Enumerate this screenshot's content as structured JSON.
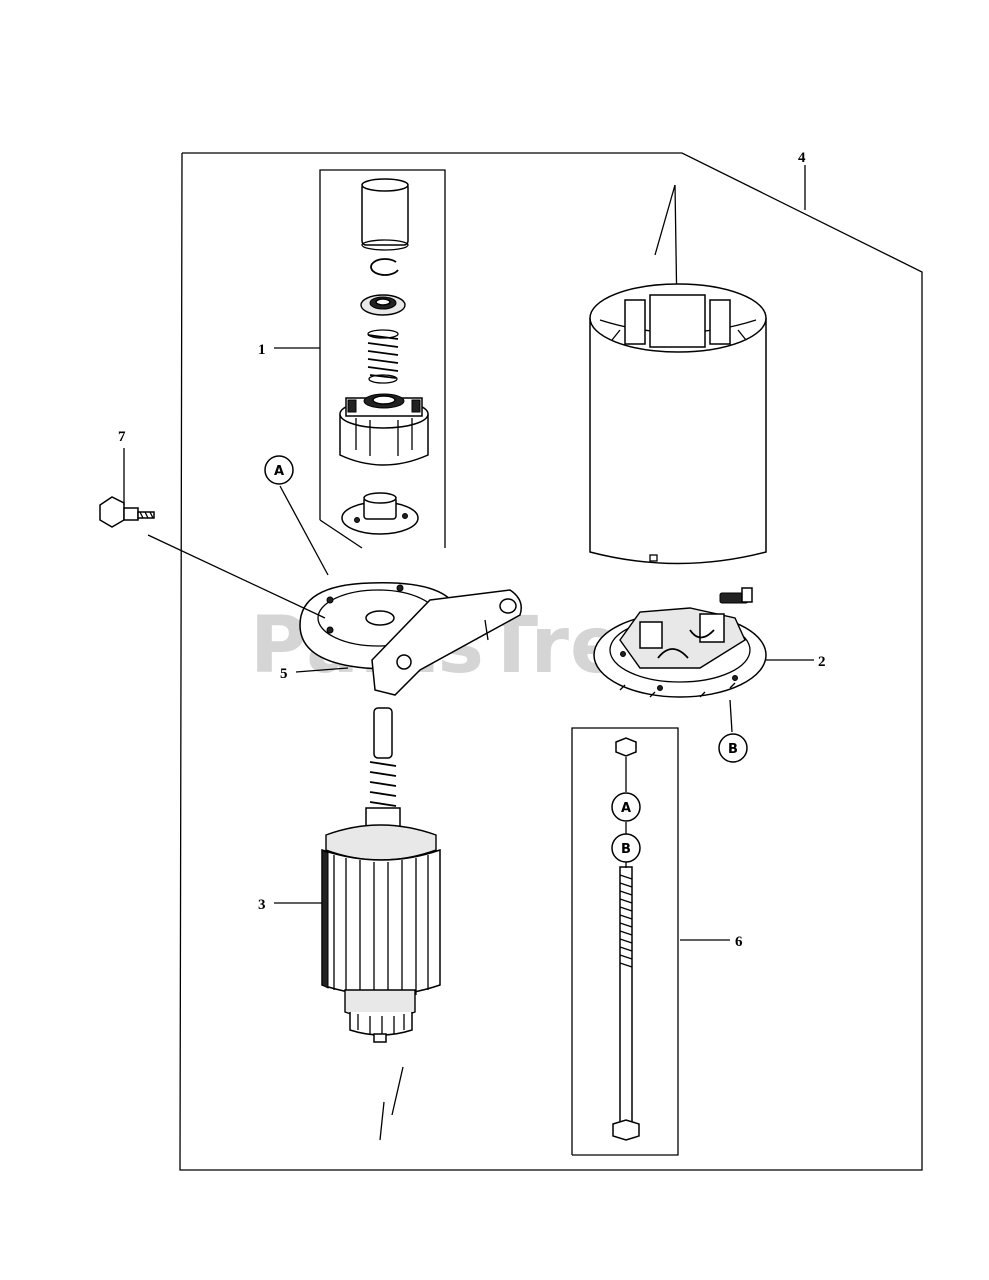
{
  "watermark": "PartsTree",
  "callouts": {
    "c1": "1",
    "c2": "2",
    "c3": "3",
    "c4": "4",
    "c5": "5",
    "c6": "6",
    "c7": "7"
  },
  "reference_markers": {
    "a_bracket": "A",
    "b_brush": "B",
    "a_kit": "A",
    "b_kit": "B"
  }
}
